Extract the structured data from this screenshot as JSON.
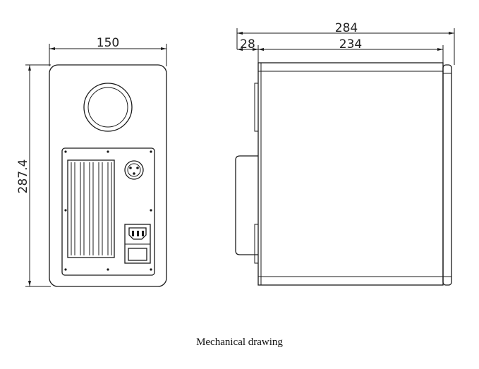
{
  "dimensions": {
    "front_width": "150",
    "front_height": "287.4",
    "side_total_depth": "284",
    "side_front_offset": "28",
    "side_body_depth": "234"
  },
  "caption": "Mechanical drawing"
}
